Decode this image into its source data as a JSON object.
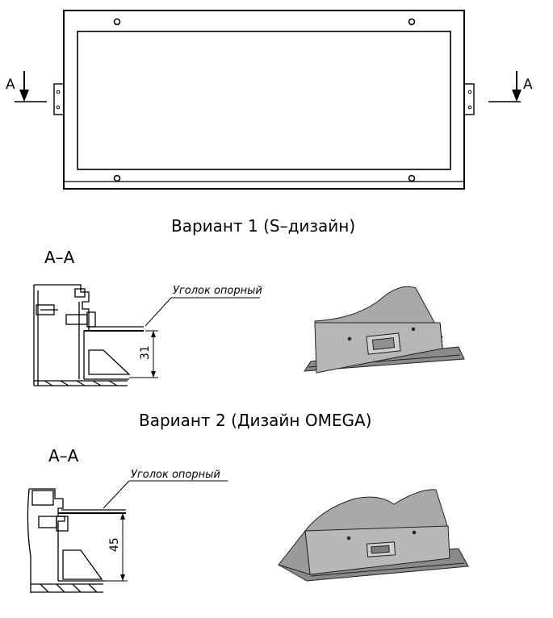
{
  "section_marker": "A",
  "section_title_1": "A–A",
  "section_title_2": "A–A",
  "variant_1_caption": "Вариант 1 (S–дизайн)",
  "variant_2_caption": "Вариант 2 (Дизайн OMEGA)",
  "variant_1_leader_label": "Уголок опорный",
  "variant_2_leader_label": "Уголок опорный",
  "variant_1_height_dim": "31",
  "variant_2_height_dim": "45"
}
